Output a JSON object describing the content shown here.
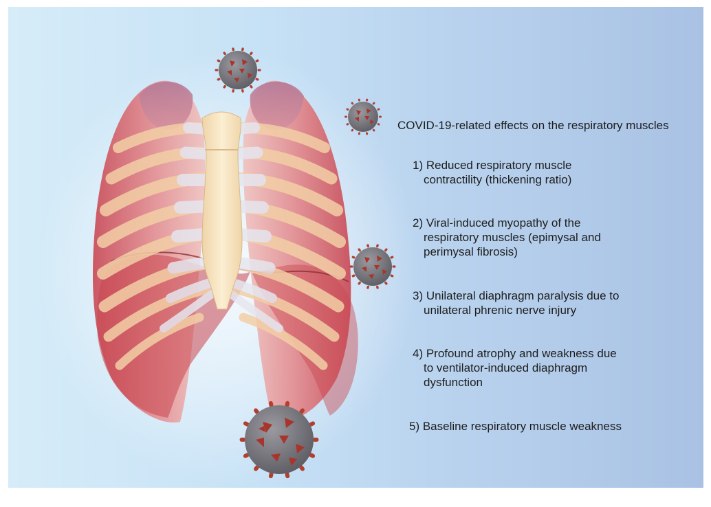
{
  "figure": {
    "heading": "COVID-19-related effects on the respiratory muscles",
    "effects": [
      {
        "lines": [
          "1) Reduced respiratory muscle",
          "contractility (thickening ratio)"
        ]
      },
      {
        "lines": [
          "2) Viral-induced myopathy of the",
          "respiratory muscles (epimysal and",
          "perimysal fibrosis)"
        ]
      },
      {
        "lines": [
          "3) Unilateral diaphragm paralysis due to",
          "unilateral phrenic nerve injury"
        ]
      },
      {
        "lines": [
          "4) Profound atrophy and weakness due",
          "to ventilator-induced diaphragm",
          "dysfunction"
        ]
      },
      {
        "lines": [
          "5) Baseline respiratory muscle weakness"
        ]
      }
    ]
  },
  "colors": {
    "muscle": "#d9727a",
    "muscle_dark": "#b9454f",
    "rib": "#f3cfa6",
    "sternum": "#f6e3bf",
    "virus_body": "#77777d",
    "virus_spike": "#b3402f"
  },
  "icons": [
    "thorax-illustration",
    "virus-icon"
  ]
}
